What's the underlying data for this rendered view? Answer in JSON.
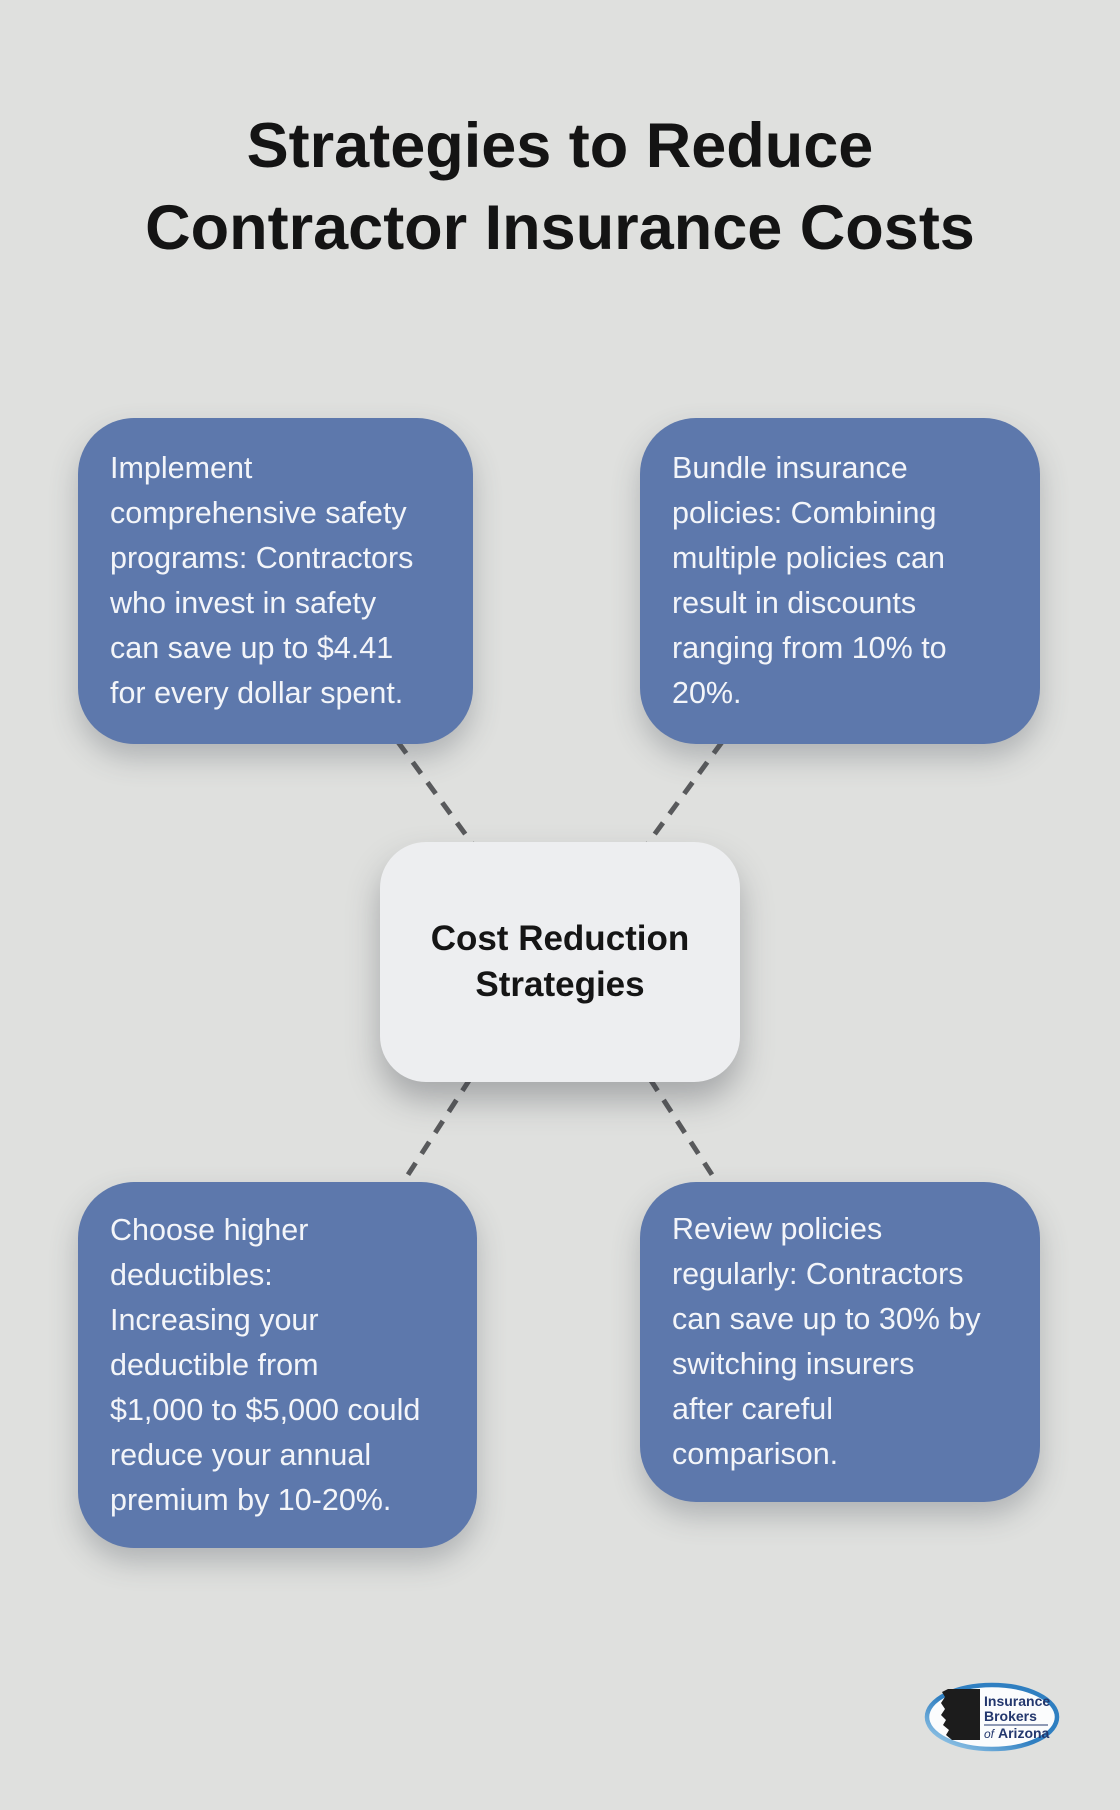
{
  "colors": {
    "background": "#dfe0de",
    "title_color": "#141414",
    "card_blue": "#5d78ac",
    "card_text": "#f3f5f9",
    "center_bg": "#edeef0",
    "center_text": "#151515",
    "connector": "#595a5c",
    "logo_navy": "#23376d",
    "logo_blue_dark": "#2f7fc1",
    "logo_blue_light": "#a8d4ee"
  },
  "title": {
    "lines": [
      "Strategies to Reduce",
      "Contractor Insurance Costs"
    ]
  },
  "diagram": {
    "center": {
      "lines": [
        "Cost Reduction",
        "Strategies"
      ]
    },
    "cards": [
      {
        "position": "top-left",
        "lines": [
          "Implement",
          "comprehensive safety",
          "programs: Contractors",
          "who invest in safety",
          "can save up to $4.41",
          "for every dollar spent."
        ]
      },
      {
        "position": "top-right",
        "lines": [
          "Bundle insurance",
          "policies: Combining",
          "multiple policies can",
          "result in discounts",
          "ranging from 10% to",
          "20%."
        ]
      },
      {
        "position": "bottom-left",
        "lines": [
          "Choose higher",
          "deductibles:",
          "Increasing your",
          "deductible from",
          "$1,000 to $5,000 could",
          "reduce your annual",
          "premium by 10-20%."
        ]
      },
      {
        "position": "bottom-right",
        "lines": [
          "Review policies",
          "regularly: Contractors",
          "can save up to 30% by",
          "switching insurers",
          "after careful",
          "comparison."
        ]
      }
    ]
  },
  "logo": {
    "line1": "Insurance",
    "line2": "Brokers",
    "line3_prefix": "of",
    "line3_word": "Arizona"
  }
}
